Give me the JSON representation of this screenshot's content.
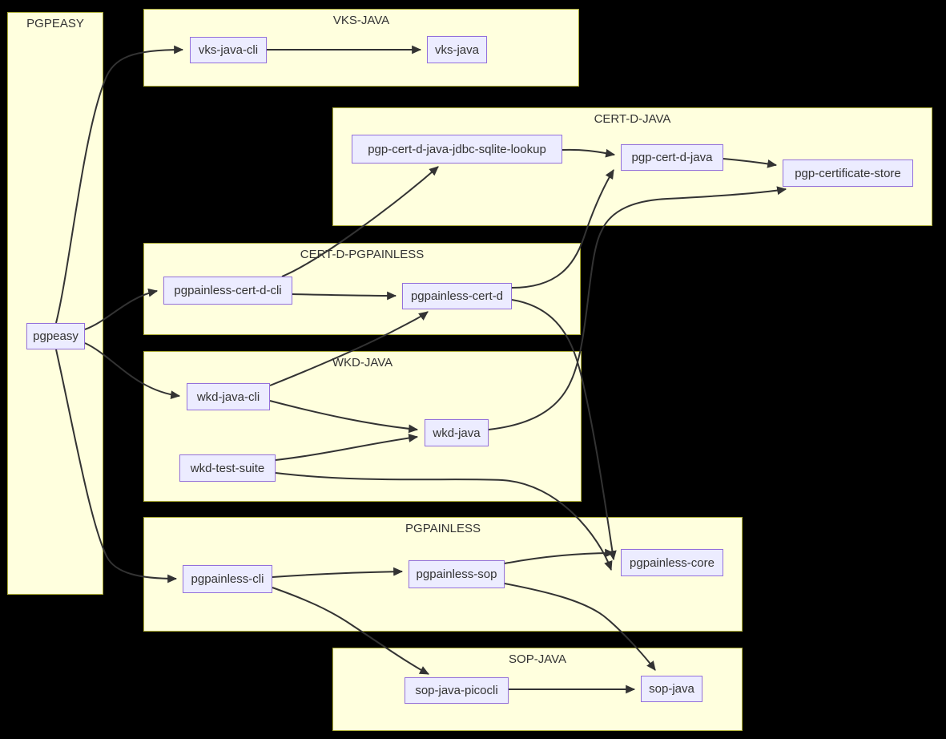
{
  "diagram": {
    "type": "dependency-graph",
    "background_color": "#000000",
    "colors": {
      "cluster_fill": "#ffffde",
      "cluster_border": "#aaaa33",
      "node_fill": "#ECECFF",
      "node_border": "#9370DB",
      "edge_stroke": "#333333",
      "text": "#333333"
    },
    "groups": [
      {
        "id": "pgpeasy-group",
        "title": "PGPEASY"
      },
      {
        "id": "vks-java-group",
        "title": "VKS-JAVA"
      },
      {
        "id": "cert-d-java-group",
        "title": "CERT-D-JAVA"
      },
      {
        "id": "cert-d-pgpainless-group",
        "title": "CERT-D-PGPAINLESS"
      },
      {
        "id": "wkd-java-group",
        "title": "WKD-JAVA"
      },
      {
        "id": "pgpainless-group",
        "title": "PGPAINLESS"
      },
      {
        "id": "sop-java-group",
        "title": "SOP-JAVA"
      }
    ],
    "nodes": [
      {
        "id": "pgpeasy",
        "label": "pgpeasy",
        "group": "PGPEASY"
      },
      {
        "id": "vks-java-cli",
        "label": "vks-java-cli",
        "group": "VKS-JAVA"
      },
      {
        "id": "vks-java",
        "label": "vks-java",
        "group": "VKS-JAVA"
      },
      {
        "id": "pgp-cert-d-java-jdbc-sqlite-lookup",
        "label": "pgp-cert-d-java-jdbc-sqlite-lookup",
        "group": "CERT-D-JAVA"
      },
      {
        "id": "pgp-cert-d-java",
        "label": "pgp-cert-d-java",
        "group": "CERT-D-JAVA"
      },
      {
        "id": "pgp-certificate-store",
        "label": "pgp-certificate-store",
        "group": "CERT-D-JAVA"
      },
      {
        "id": "pgpainless-cert-d-cli",
        "label": "pgpainless-cert-d-cli",
        "group": "CERT-D-PGPAINLESS"
      },
      {
        "id": "pgpainless-cert-d",
        "label": "pgpainless-cert-d",
        "group": "CERT-D-PGPAINLESS"
      },
      {
        "id": "wkd-java-cli",
        "label": "wkd-java-cli",
        "group": "WKD-JAVA"
      },
      {
        "id": "wkd-java",
        "label": "wkd-java",
        "group": "WKD-JAVA"
      },
      {
        "id": "wkd-test-suite",
        "label": "wkd-test-suite",
        "group": "WKD-JAVA"
      },
      {
        "id": "pgpainless-cli",
        "label": "pgpainless-cli",
        "group": "PGPAINLESS"
      },
      {
        "id": "pgpainless-sop",
        "label": "pgpainless-sop",
        "group": "PGPAINLESS"
      },
      {
        "id": "pgpainless-core",
        "label": "pgpainless-core",
        "group": "PGPAINLESS"
      },
      {
        "id": "sop-java-picocli",
        "label": "sop-java-picocli",
        "group": "SOP-JAVA"
      },
      {
        "id": "sop-java",
        "label": "sop-java",
        "group": "SOP-JAVA"
      }
    ],
    "edges": [
      {
        "from": "pgpeasy",
        "to": "vks-java-cli"
      },
      {
        "from": "pgpeasy",
        "to": "pgpainless-cert-d-cli"
      },
      {
        "from": "pgpeasy",
        "to": "wkd-java-cli"
      },
      {
        "from": "pgpeasy",
        "to": "pgpainless-cli"
      },
      {
        "from": "vks-java-cli",
        "to": "vks-java"
      },
      {
        "from": "pgp-cert-d-java-jdbc-sqlite-lookup",
        "to": "pgp-cert-d-java"
      },
      {
        "from": "pgp-cert-d-java",
        "to": "pgp-certificate-store"
      },
      {
        "from": "pgpainless-cert-d-cli",
        "to": "pgp-cert-d-java-jdbc-sqlite-lookup"
      },
      {
        "from": "pgpainless-cert-d-cli",
        "to": "pgpainless-cert-d"
      },
      {
        "from": "pgpainless-cert-d",
        "to": "pgp-cert-d-java"
      },
      {
        "from": "pgpainless-cert-d",
        "to": "pgpainless-core"
      },
      {
        "from": "wkd-java-cli",
        "to": "pgpainless-cert-d"
      },
      {
        "from": "wkd-java-cli",
        "to": "wkd-java"
      },
      {
        "from": "wkd-test-suite",
        "to": "wkd-java"
      },
      {
        "from": "wkd-test-suite",
        "to": "pgpainless-core"
      },
      {
        "from": "wkd-java",
        "to": "pgp-certificate-store"
      },
      {
        "from": "pgpainless-cli",
        "to": "pgpainless-sop"
      },
      {
        "from": "pgpainless-cli",
        "to": "sop-java-picocli"
      },
      {
        "from": "pgpainless-sop",
        "to": "pgpainless-core"
      },
      {
        "from": "pgpainless-sop",
        "to": "sop-java"
      },
      {
        "from": "sop-java-picocli",
        "to": "sop-java"
      }
    ]
  }
}
